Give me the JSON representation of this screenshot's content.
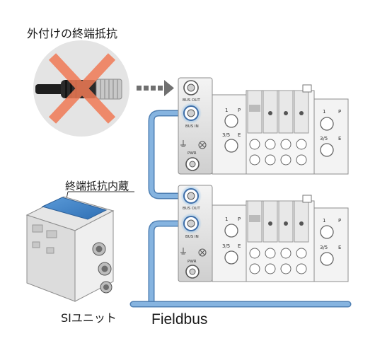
{
  "labels": {
    "external_terminator": "外付けの終端抵抗",
    "built_in_terminator": "終端抵抗内蔵",
    "si_unit": "SIユニット",
    "fieldbus": "Fieldbus"
  },
  "module_labels": {
    "bus_out": "BUS OUT",
    "bus_in": "BUS IN",
    "pwr": "PWR"
  },
  "manifold_labels": {
    "port_1": "1",
    "port_p": "P",
    "port_35": "3/5",
    "port_e": "E"
  },
  "icons": {
    "crossed_out": "red-x-icon",
    "arrow": "dashed-arrow-icon",
    "ground": "ground-symbol-icon"
  },
  "colors": {
    "cable": "#6f9fd0",
    "cable_edge": "#4e7fb3",
    "highlight_glow": "#8ec0ea",
    "cross": "#f07a55",
    "circle_bg": "#e3e3e3",
    "si_unit_blue": "#3a7fc7"
  }
}
